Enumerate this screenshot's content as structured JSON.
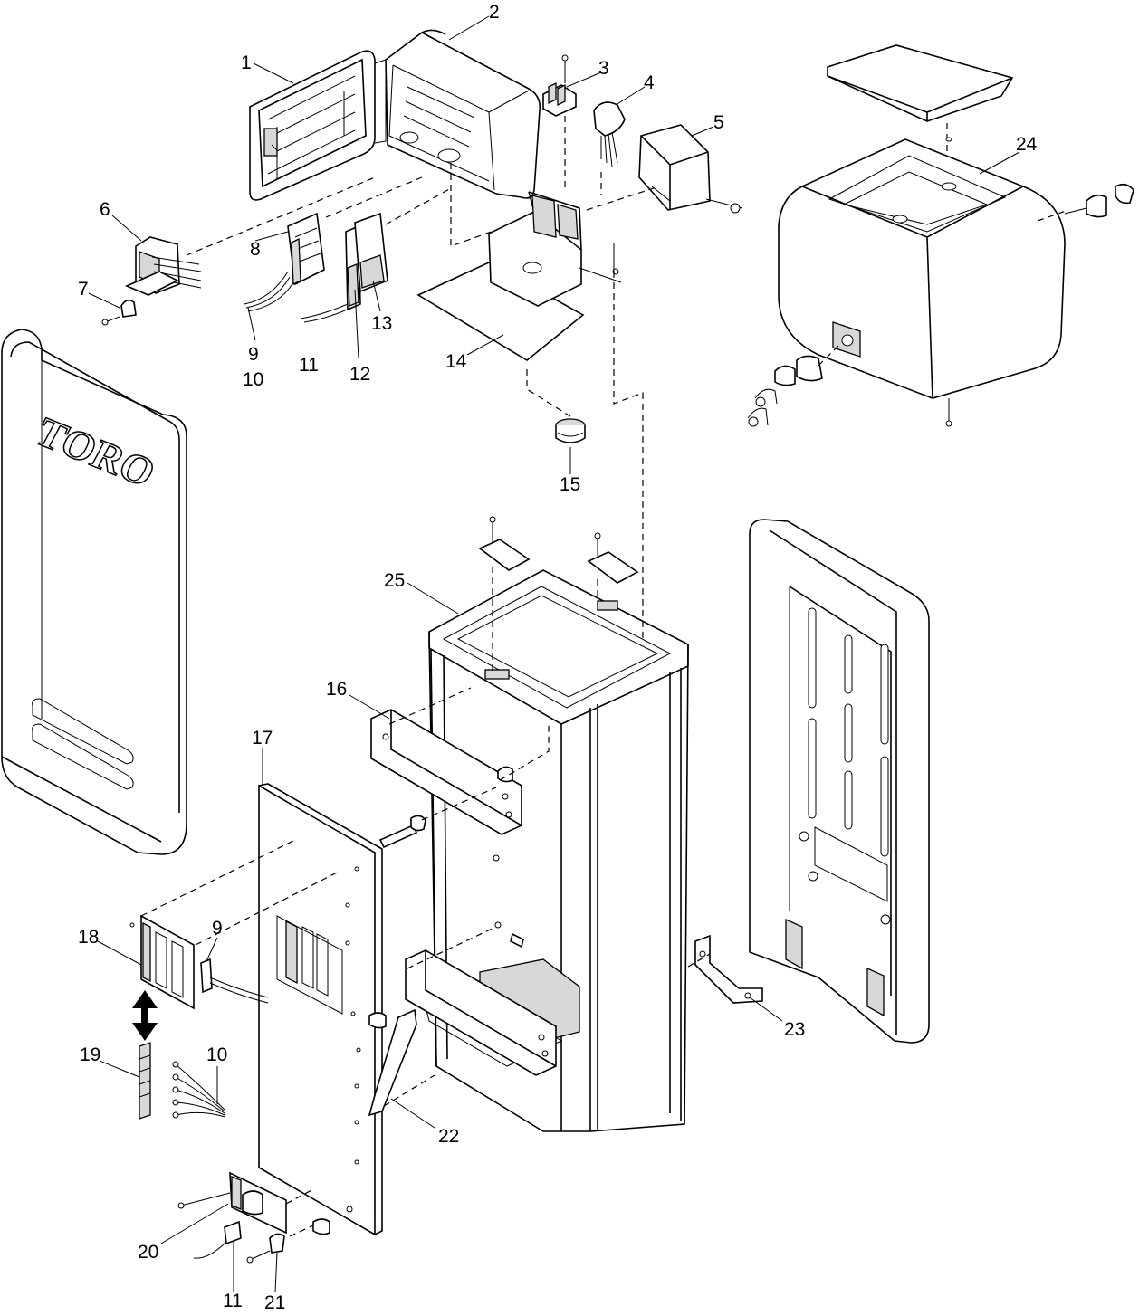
{
  "logo_text": "TORO",
  "callouts": [
    "1",
    "2",
    "3",
    "4",
    "5",
    "6",
    "7",
    "8",
    "9",
    "10",
    "11",
    "12",
    "13",
    "14",
    "15",
    "24",
    "25",
    "16",
    "17",
    "18",
    "9",
    "19",
    "10",
    "20",
    "11",
    "21",
    "22",
    "23"
  ],
  "colors": {
    "line": "#000000",
    "background": "#ffffff",
    "shade": "#d8d8d8"
  },
  "icons": [
    "double-arrow-icon"
  ]
}
